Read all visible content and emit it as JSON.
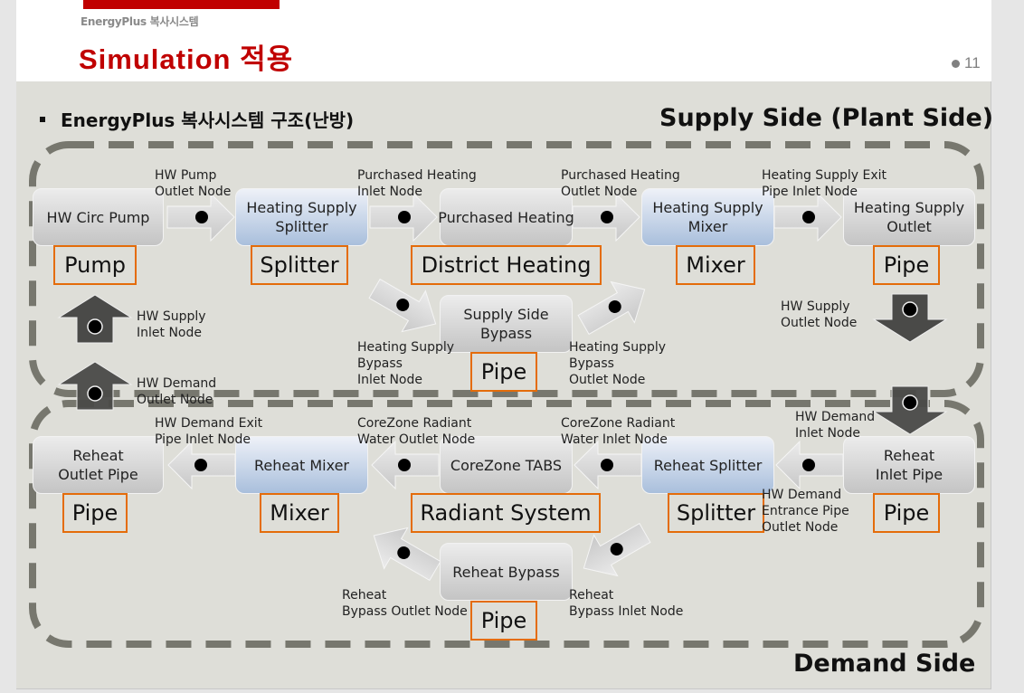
{
  "header": {
    "subtitle": "EnergyPlus 복사시스템",
    "title": "Simulation 적용",
    "page_number": "11"
  },
  "content": {
    "bullet": "EnergyPlus 복사시스템 구조(난방)",
    "supply_label": "Supply Side (Plant Side)",
    "demand_label": "Demand Side"
  },
  "colors": {
    "brand_red": "#c00000",
    "tag_border": "#e46c0a",
    "dash_color": "#77776e",
    "arrow_dark": "#4a4a48",
    "content_bg": "#deded8"
  },
  "supply": {
    "components": [
      {
        "name": "HW Circ Pump",
        "type": "Pump"
      },
      {
        "name": "Heating Supply\nSplitter",
        "type": "Splitter"
      },
      {
        "name": "Purchased Heating",
        "type": "District Heating"
      },
      {
        "name": "Heating Supply\nMixer",
        "type": "Mixer"
      },
      {
        "name": "Heating Supply\nOutlet",
        "type": "Pipe"
      },
      {
        "name": "Supply Side\nBypass",
        "type": "Pipe"
      }
    ],
    "nodes": [
      "HW Pump\nOutlet Node",
      "Purchased Heating\nInlet Node",
      "Purchased Heating\nOutlet Node",
      "Heating Supply Exit\nPipe Inlet Node",
      "HW Supply\nInlet Node",
      "HW Supply\nOutlet Node",
      "Heating Supply\nBypass\nInlet Node",
      "Heating Supply\nBypass\nOutlet Node"
    ]
  },
  "demand": {
    "components": [
      {
        "name": "Reheat\nOutlet Pipe",
        "type": "Pipe"
      },
      {
        "name": "Reheat Mixer",
        "type": "Mixer"
      },
      {
        "name": "CoreZone TABS",
        "type": "Radiant System"
      },
      {
        "name": "Reheat Splitter",
        "type": "Splitter"
      },
      {
        "name": "Reheat\nInlet Pipe",
        "type": "Pipe"
      },
      {
        "name": "Reheat Bypass",
        "type": "Pipe"
      }
    ],
    "nodes": [
      "HW Demand Exit\nPipe Inlet Node",
      "CoreZone Radiant\nWater Outlet Node",
      "CoreZone Radiant\nWater Inlet Node",
      "HW Demand\nInlet Node",
      "HW Demand\nEntrance Pipe\nOutlet Node",
      "HW Demand\nOutlet Node",
      "Reheat\nBypass Outlet Node",
      "Reheat\nBypass Inlet Node"
    ]
  }
}
